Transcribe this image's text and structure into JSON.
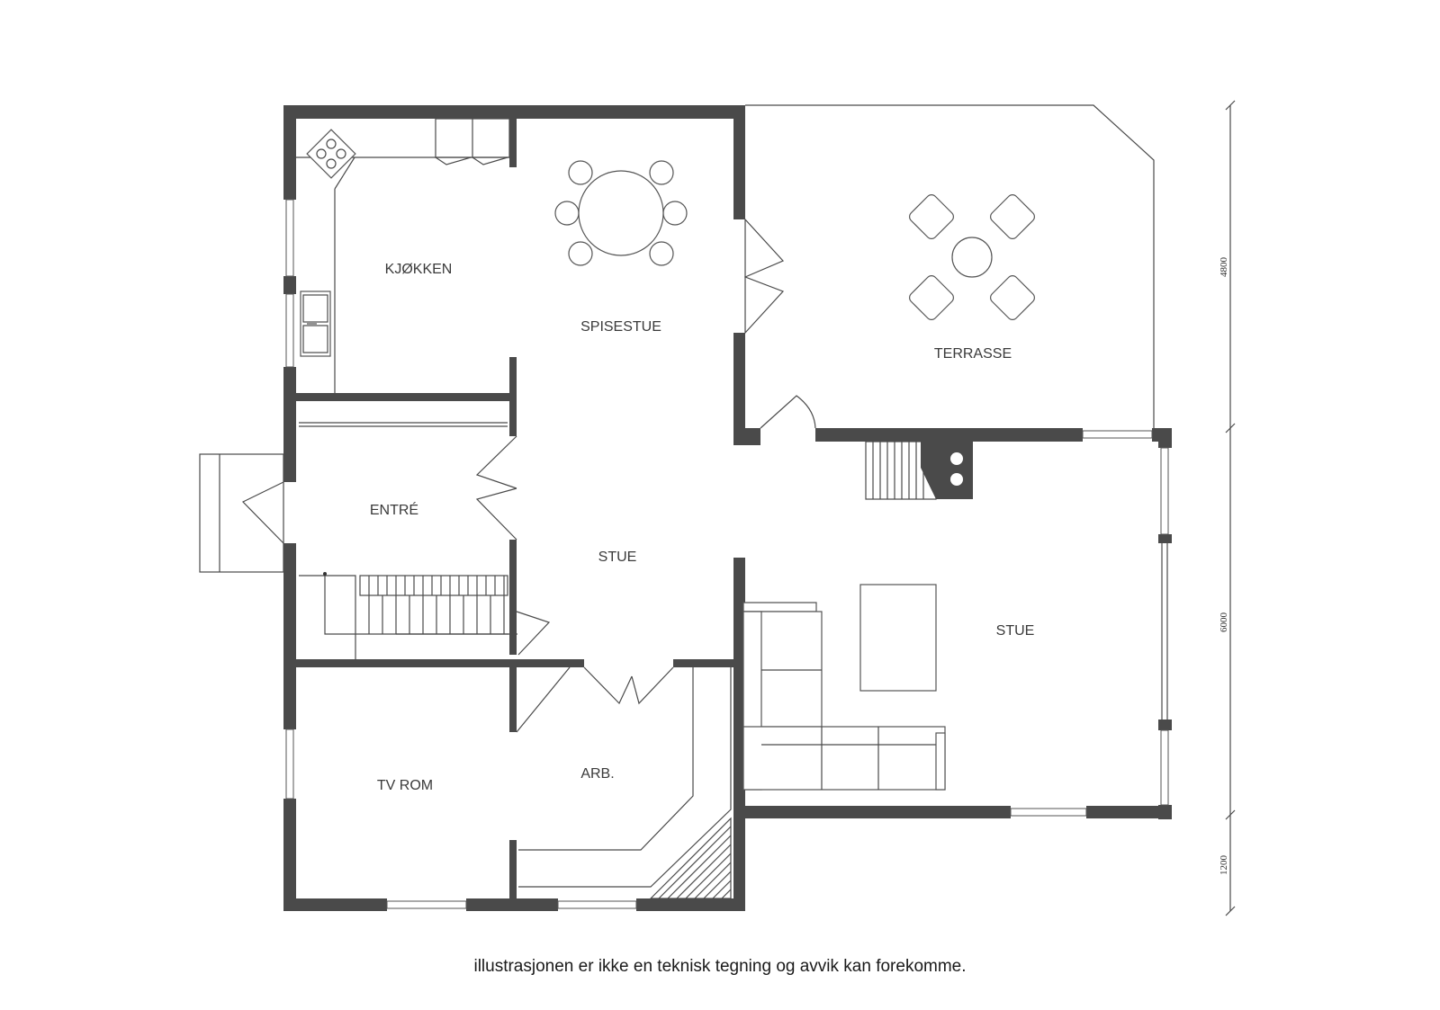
{
  "rooms": {
    "kitchen": "KJØKKEN",
    "dining": "SPISESTUE",
    "terrace": "TERRASSE",
    "entrance": "ENTRÉ",
    "living_center": "STUE",
    "living_east": "STUE",
    "tv_room": "TV ROM",
    "office": "ARB."
  },
  "dimensions": {
    "top": "4800",
    "middle": "6000",
    "bottom": "1200"
  },
  "caption": "illustrasjonen er ikke en teknisk tegning og avvik kan forekomme.",
  "colors": {
    "wall": "#4a4a4a",
    "line": "#555555",
    "background": "#ffffff"
  }
}
